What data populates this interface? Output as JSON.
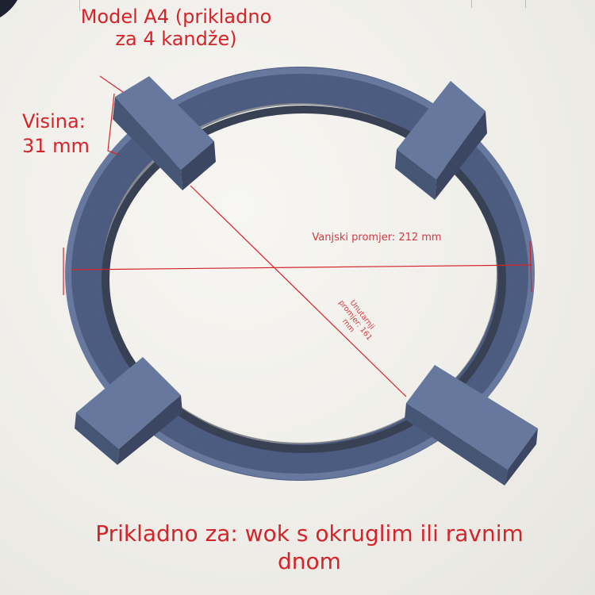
{
  "annotations": {
    "model_title": "Model A4 (prikladno za 4 kandže)",
    "height_label": "Visina:",
    "height_value": "31 mm",
    "outer_diameter": "Vanjski promjer: 212 mm",
    "inner_diameter": "Unutarnji promjer: 161 mm",
    "suitable_for": "Prikladno za: wok s okruglim ili ravnim dnom"
  },
  "colors": {
    "annotation_red": "#d5232a",
    "ring_blue": "#5d6f94",
    "background": "#f1f0ec"
  },
  "product": {
    "type": "cast-iron wok support ring",
    "claws": 4
  }
}
